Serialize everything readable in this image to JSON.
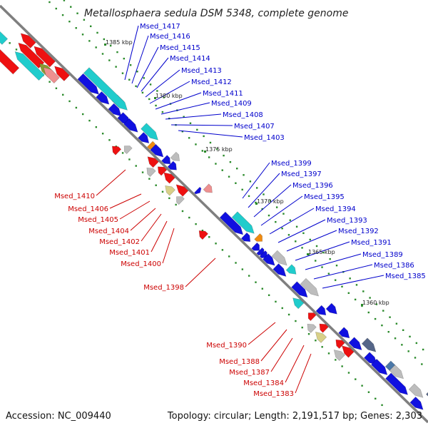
{
  "title": "Metallosphaera sedula DSM 5348, complete genome",
  "accession_label": "Accession: NC_009440",
  "summary_label": "Topology: circular; Length: 2,191,517 bp; Genes: 2,303",
  "colors": {
    "forward_label": "#0000cc",
    "reverse_label": "#cc0000",
    "backbone": "#7f7f7f",
    "tick": "#2a8a2a",
    "blue": "#1010e0",
    "red": "#ee1111",
    "cyan": "#20cccc",
    "gray": "#bdbdbd",
    "steel": "#4a78a8",
    "orange": "#f08a10",
    "pink": "#ee9090",
    "olive": "#8a9a30",
    "khaki": "#d8d088",
    "slate": "#556688"
  },
  "kbp_markers": [
    "1385 kbp",
    "1380 kbp",
    "1375 kbp",
    "1370 kbp",
    "1365 kbp",
    "1360 kbp"
  ],
  "forward_labels": [
    "Msed_1417",
    "Msed_1416",
    "Msed_1415",
    "Msed_1414",
    "Msed_1413",
    "Msed_1412",
    "Msed_1411",
    "Msed_1409",
    "Msed_1408",
    "Msed_1407",
    "Msed_1403",
    "Msed_1399",
    "Msed_1397",
    "Msed_1396",
    "Msed_1395",
    "Msed_1394",
    "Msed_1393",
    "Msed_1392",
    "Msed_1391",
    "Msed_1389",
    "Msed_1386",
    "Msed_1385"
  ],
  "reverse_labels": [
    "Msed_1410",
    "Msed_1406",
    "Msed_1405",
    "Msed_1404",
    "Msed_1402",
    "Msed_1401",
    "Msed_1400",
    "Msed_1398",
    "Msed_1390",
    "Msed_1388",
    "Msed_1387",
    "Msed_1384",
    "Msed_1383"
  ]
}
